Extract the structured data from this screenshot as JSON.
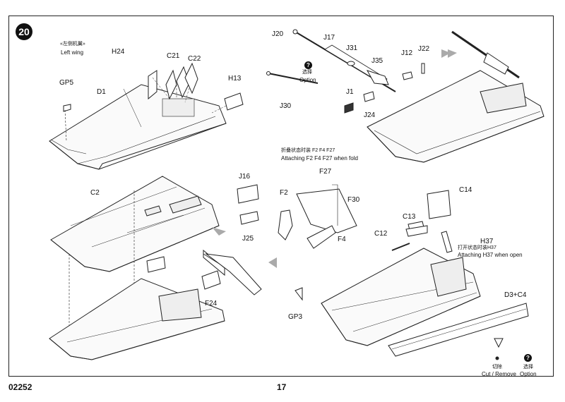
{
  "step_number": "20",
  "left_wing_cn": "«左侧机翼»",
  "left_wing_en": "Left wing",
  "labels": {
    "H24": "H24",
    "C21": "C21",
    "C22": "C22",
    "H13": "H13",
    "GP5": "GP5",
    "D1": "D1",
    "J20": "J20",
    "J17": "J17",
    "J31": "J31",
    "J35": "J35",
    "J12": "J12",
    "J22": "J22",
    "J1": "J1",
    "J24": "J24",
    "J30": "J30",
    "J16": "J16",
    "J25": "J25",
    "F27": "F27",
    "F2": "F2",
    "F30": "F30",
    "F4": "F4",
    "C2": "C2",
    "F24": "F24",
    "GP3": "GP3",
    "C14": "C14",
    "C13": "C13",
    "C12": "C12",
    "H37": "H37",
    "D3C4": "D3+C4"
  },
  "option_cn": "选择",
  "option_en": "Option",
  "fold_cn": "折叠状态时装   F2 F4 F27",
  "fold_en": "Attaching F2 F4 F27  when fold",
  "open_cn": "打开状态时装H37",
  "open_en": "Attaching H37 when open",
  "cut_cn": "切除",
  "cut_en": "Cut / Remove",
  "option2_cn": "选择",
  "option2_en": "Option",
  "model_code": "02252",
  "page_number": "17"
}
